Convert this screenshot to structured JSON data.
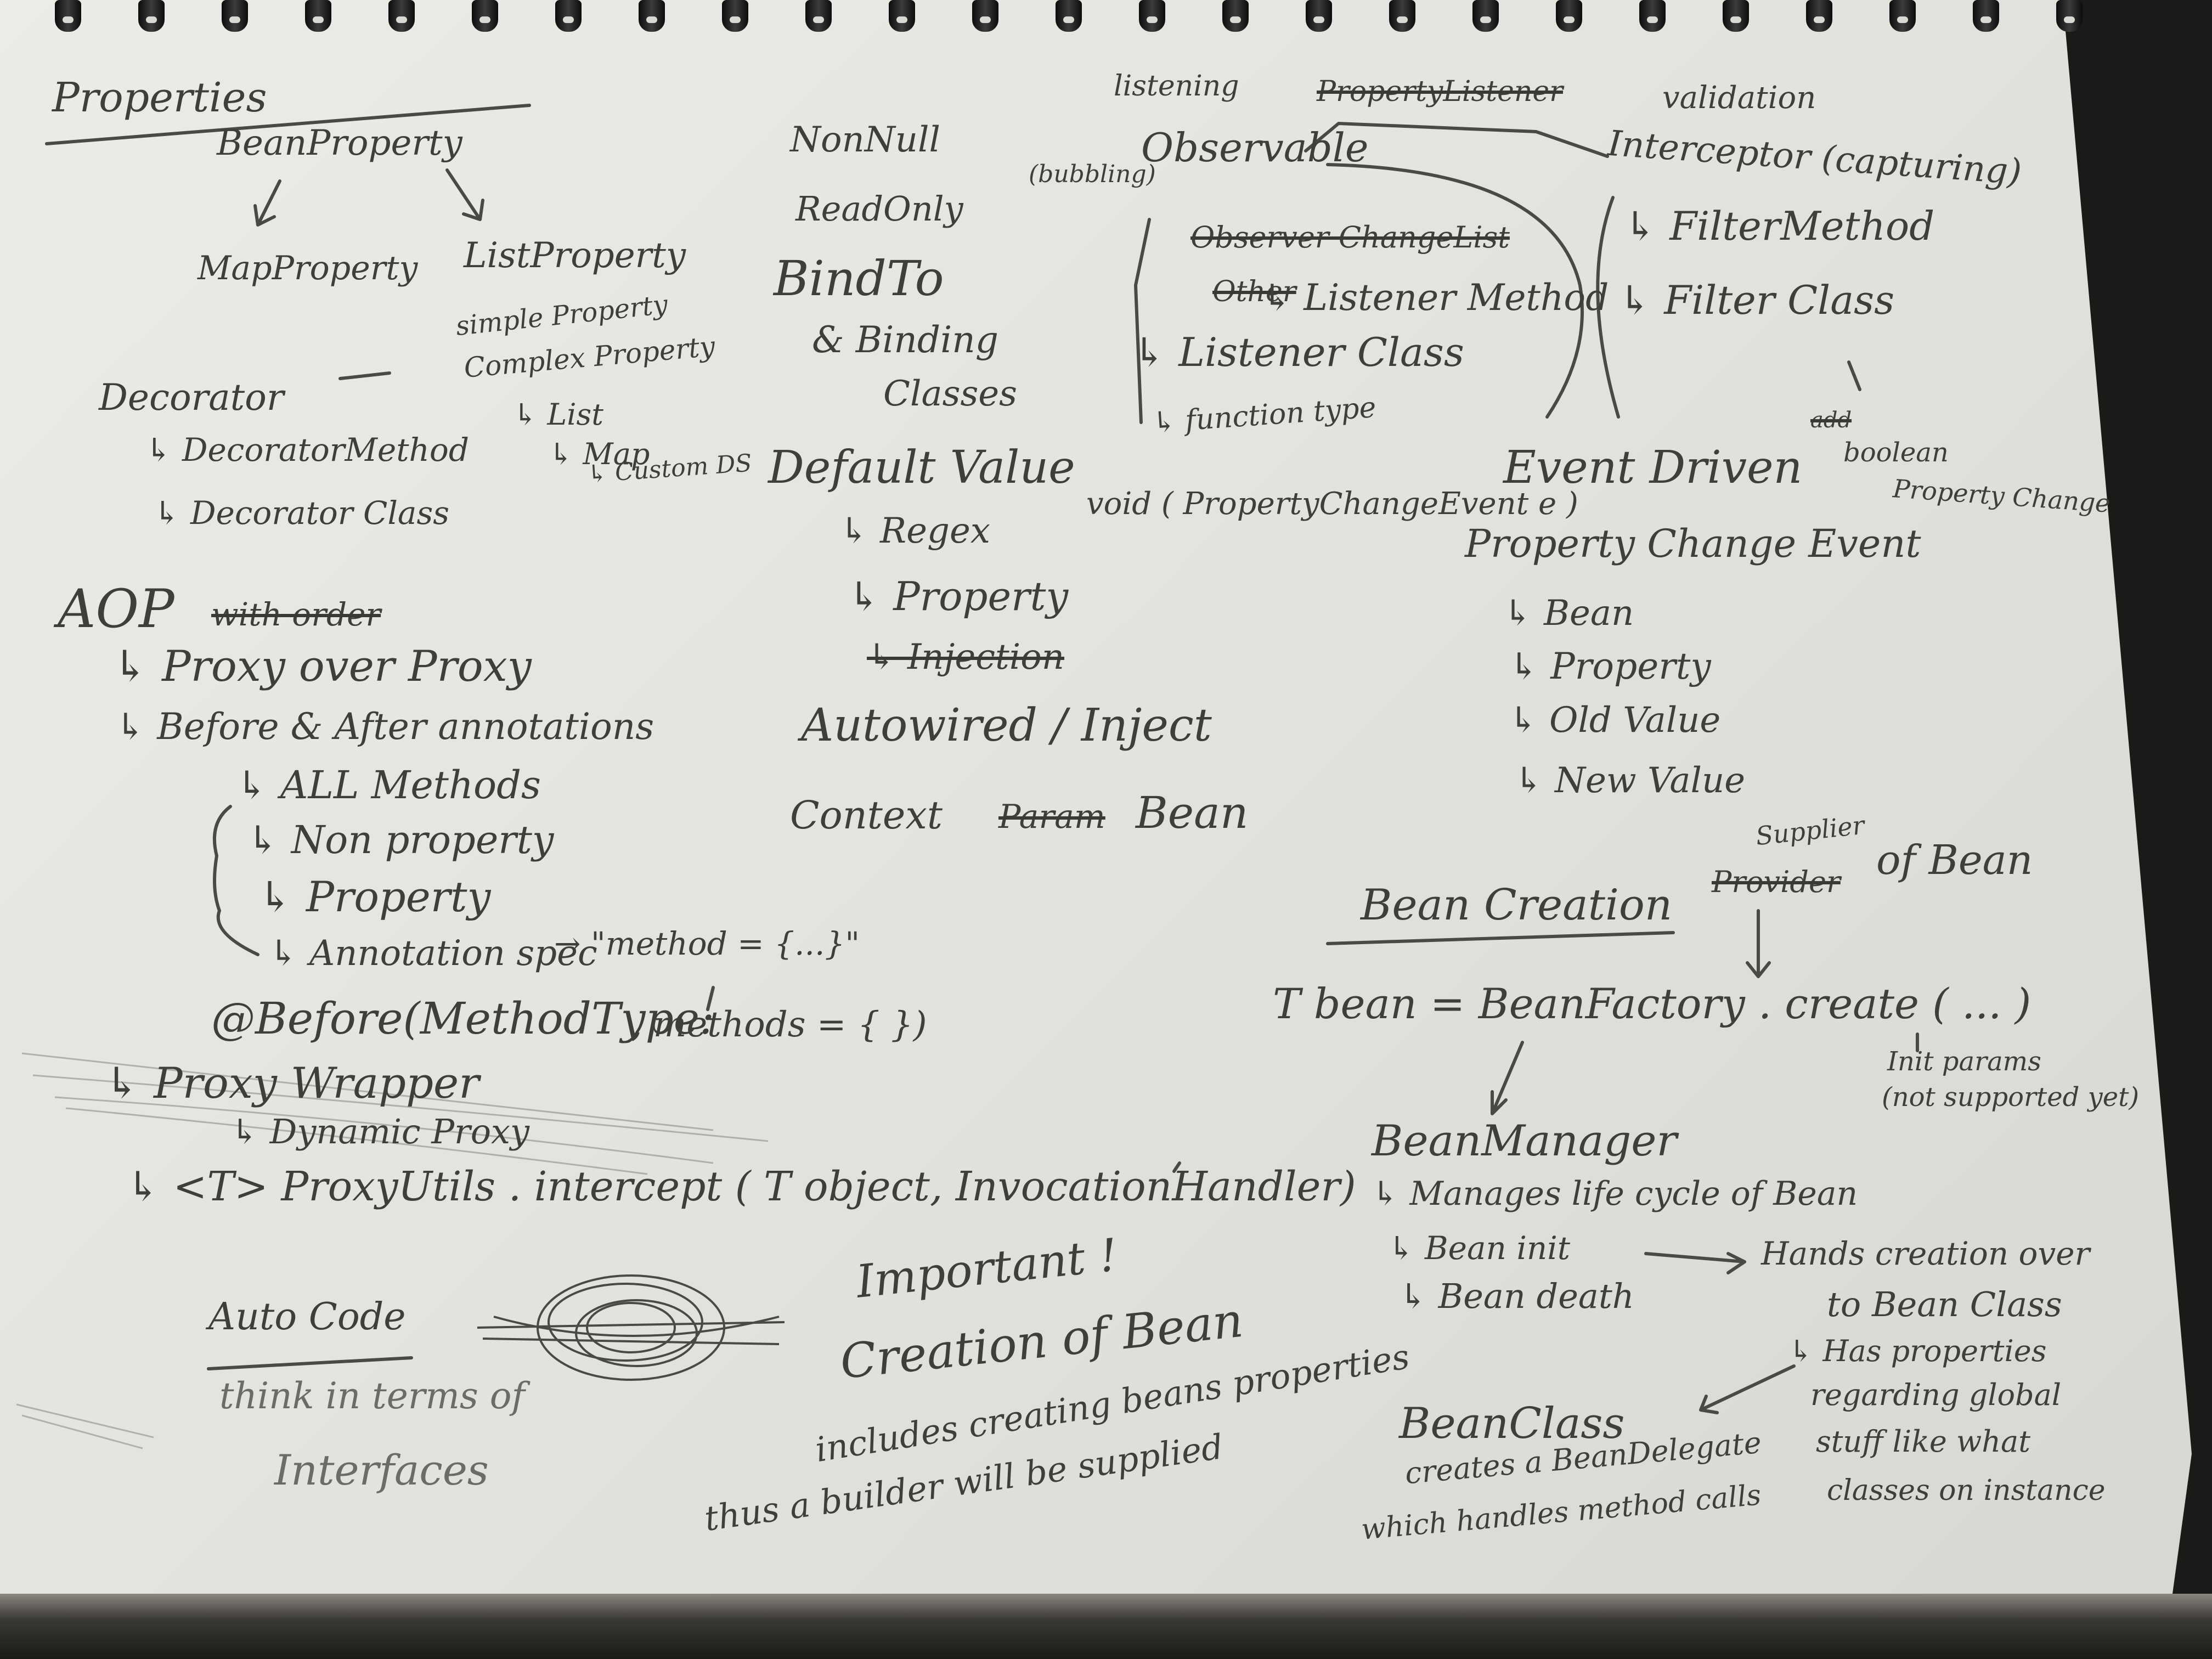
{
  "notes": {
    "properties": {
      "title": "Properties",
      "bean_property": "BeanProperty",
      "map_property": "MapProperty",
      "list_property": "ListProperty",
      "simple_property": "simple Property",
      "complex_property": "Complex Property",
      "list": "↳ List",
      "map": "↳ Map",
      "custom_ds": "↳ Custom DS"
    },
    "decorator": {
      "title": "Decorator",
      "method": "↳ DecoratorMethod",
      "class": "↳ Decorator Class"
    },
    "annotations": {
      "non_null": "NonNull",
      "read_only": "ReadOnly",
      "bind_to": "BindTo",
      "binding_classes_1": "& Binding",
      "binding_classes_2": "Classes",
      "default_value": "Default Value",
      "regex": "↳ Regex",
      "property": "↳ Property",
      "injection": "↳ Injection",
      "autowired": "Autowired / Inject",
      "context": "Context",
      "param": "Param",
      "bean": "Bean"
    },
    "aop": {
      "title": "AOP",
      "struck": "with order",
      "proxy_over_proxy": "↳ Proxy over Proxy",
      "before_after": "↳ Before & After annotations",
      "all_methods": "↳ ALL Methods",
      "non_property": "↳ Non property",
      "property": "↳ Property",
      "annotation_spec": "↳ Annotation spec",
      "method_spec": "→ \"method = {...}\"",
      "before_annotation": "@Before(MethodType:",
      "methods_list": ", methods = { })",
      "proxy_wrapper": "↳ Proxy Wrapper",
      "dynamic_proxy": "↳ Dynamic Proxy",
      "proxy_utils": "↳ <T> ProxyUtils . intercept ( T object, InvocationHandler)"
    },
    "auto_code": {
      "title": "Auto Code",
      "think_in": "think in terms of",
      "interfaces": "Interfaces"
    },
    "important": {
      "title": "Important !",
      "creation": "Creation of Bean",
      "includes": "includes creating beans properties",
      "builder": "thus a builder will be supplied"
    },
    "listening": {
      "listening": "listening",
      "property_struck": "PropertyListener",
      "bubbling": "(bubbling)",
      "observable": "Observable",
      "validation": "validation",
      "interceptor": "Interceptor (capturing)",
      "filter_method": "↳ FilterMethod",
      "filter_class": "↳ Filter Class",
      "observer_struck": "Observer ChangeList",
      "listener_method": "↳ Listener Method",
      "other_struck": "Other",
      "listener_class": "↳ Listener Class",
      "function_type": "↳ function type",
      "void_sig": "void ( PropertyChangeEvent e )",
      "event_driven": "Event Driven",
      "boolean": "boolean",
      "property_change": "Property Change",
      "change_event": "Property Change Event",
      "bean": "↳ Bean",
      "prop": "↳ Property",
      "old_value": "↳ Old Value",
      "new_value": "↳ New Value"
    },
    "bean_creation": {
      "title": "Bean Creation",
      "provider_struck": "Provider",
      "supplier": "Supplier",
      "of_bean": "of Bean",
      "factory": "T bean = BeanFactory . create ( ... )",
      "init_params": "Init params",
      "not_supported": "(not supported yet)",
      "manager": "BeanManager",
      "manages": "↳ Manages life cycle of Bean",
      "init": "↳ Bean init",
      "death": "↳ Bean death",
      "hands_1": "Hands creation over",
      "hands_2": "to Bean Class",
      "has_props": "↳ Has properties",
      "regarding": "regarding global",
      "stuff": "stuff like what",
      "classes": "classes on instance",
      "bean_class": "BeanClass",
      "creates": "creates a BeanDelegate",
      "handles": "which handles method calls"
    }
  }
}
